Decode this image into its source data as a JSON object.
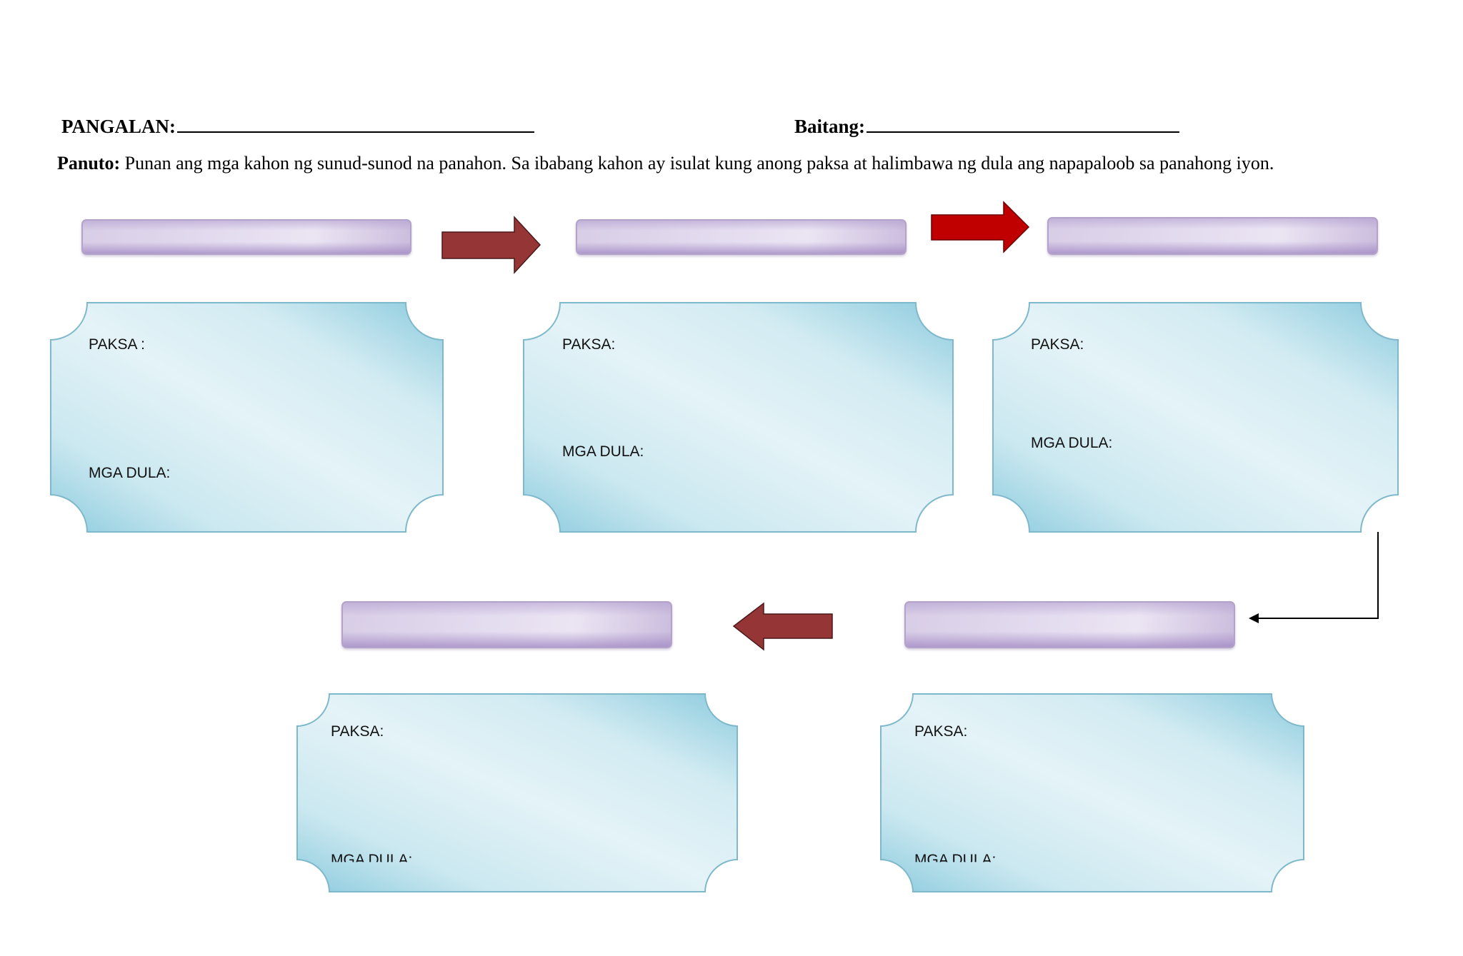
{
  "header": {
    "name_label": "PANGALAN:",
    "grade_label": "Baitang:"
  },
  "instructions": {
    "lead": "Panuto:",
    "text": " Punan ang mga kahon ng sunud-sunod na panahon. Sa ibabang kahon ay isulat kung anong paksa at halimbawa ng dula ang napapaloob sa panahong iyon."
  },
  "cards": [
    {
      "paksa": "PAKSA :",
      "dula": "MGA DULA:"
    },
    {
      "paksa": "PAKSA:",
      "dula": "MGA DULA:"
    },
    {
      "paksa": "PAKSA:",
      "dula": "MGA DULA:"
    },
    {
      "paksa": "PAKSA:",
      "dula": "MGA DULA:"
    },
    {
      "paksa": "PAKSA:",
      "dula": "MGA DULA:"
    }
  ],
  "colors": {
    "arrow_dark": "#953535",
    "arrow_bright": "#c00000",
    "card_blue": "#9fd3e2",
    "pill_lavender": "#d8cde6"
  }
}
